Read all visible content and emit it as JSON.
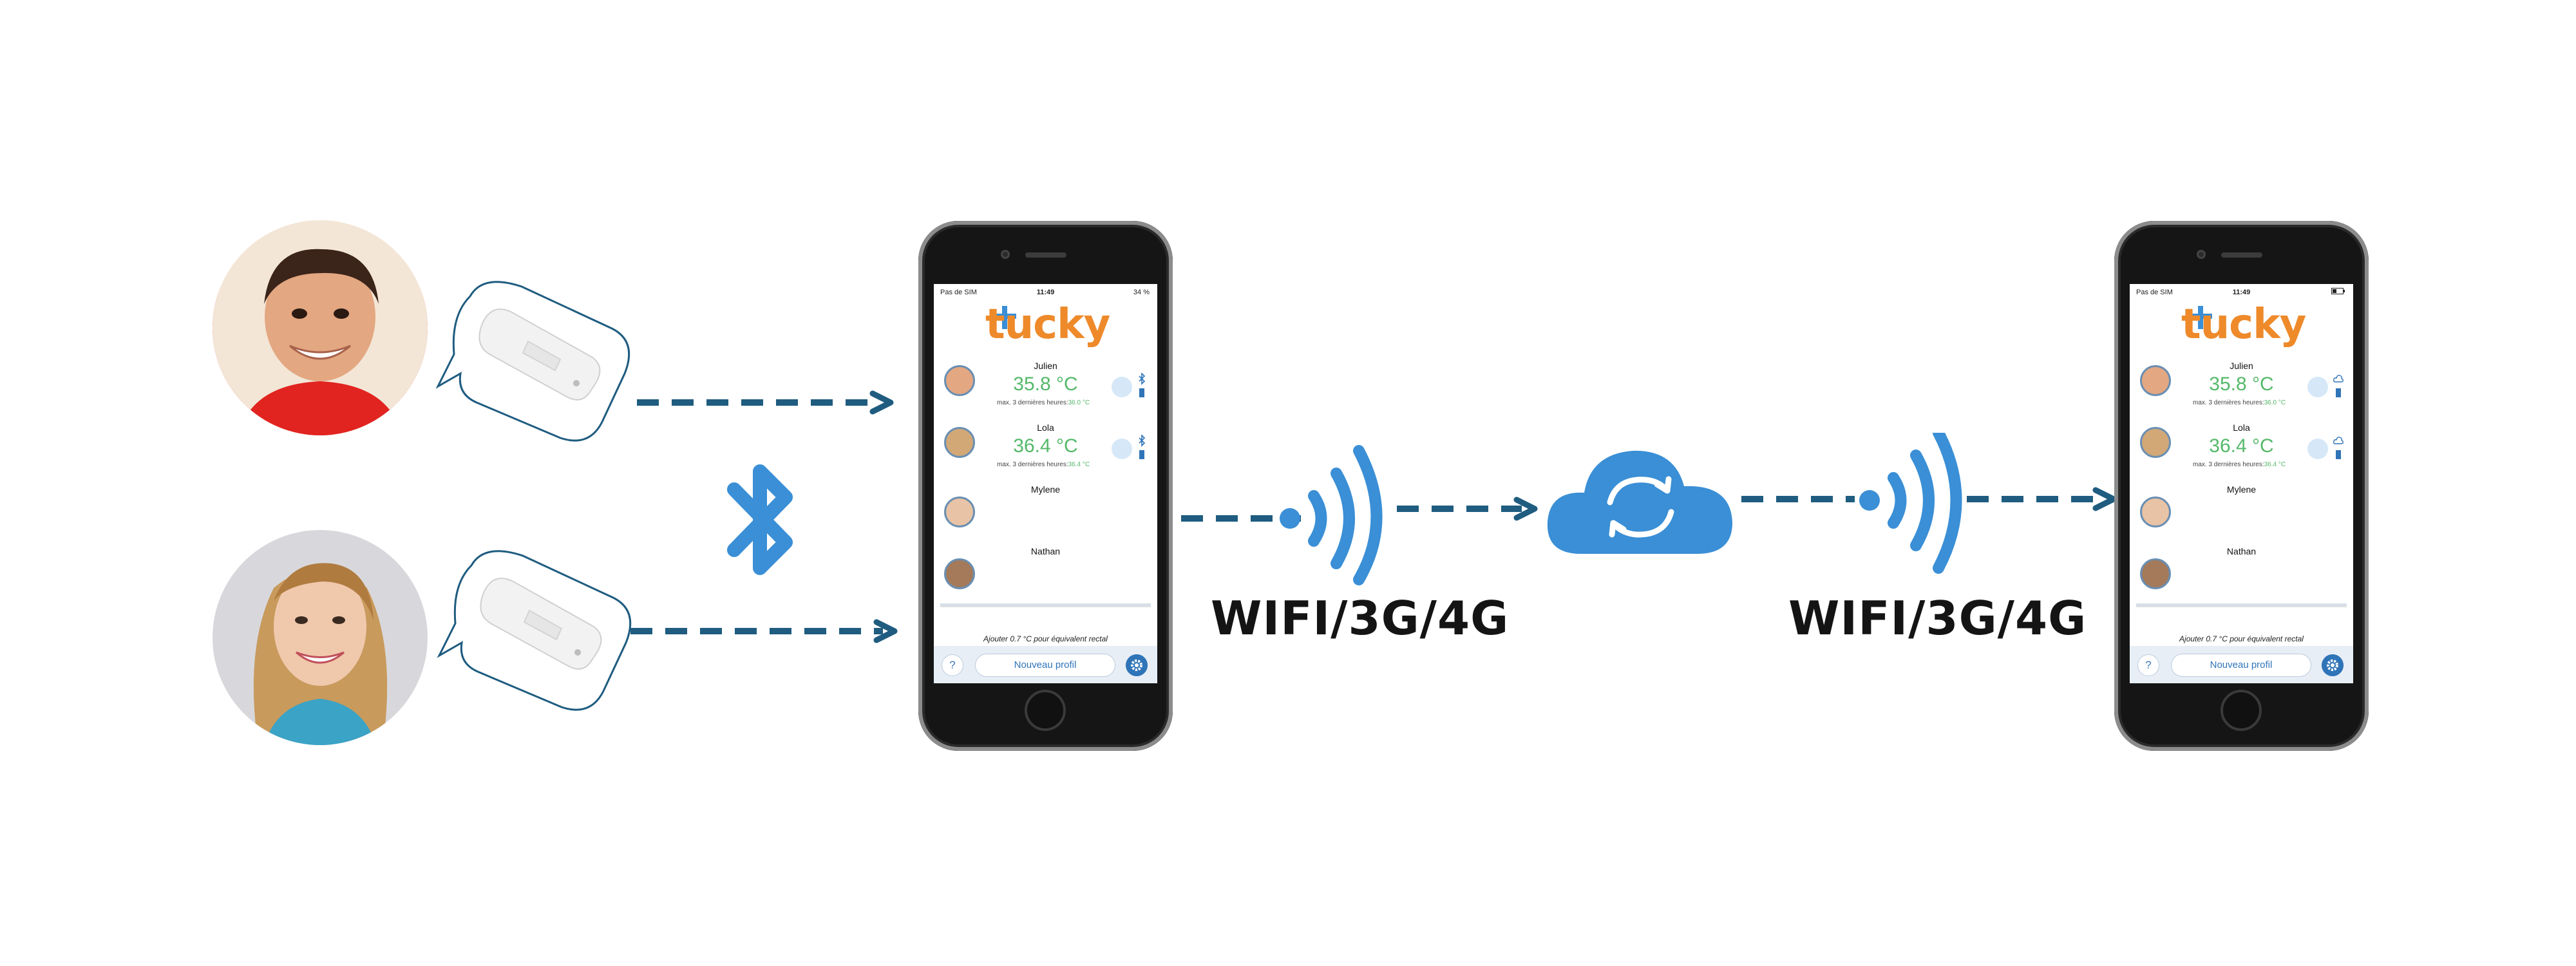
{
  "connection_label_left": "WIFI/3G/4G",
  "connection_label_right": "WIFI/3G/4G",
  "icons": {
    "bluetooth": "bluetooth-icon",
    "wifi": "wifi-signal-icon",
    "cloud": "cloud-sync-icon",
    "thermometer": "thermometer-patch-icon"
  },
  "colors": {
    "accent": "#3a8fd6",
    "arrow": "#1f5c80",
    "logo": "#ee8a2a",
    "temperature": "#55b86a"
  },
  "phone_left": {
    "status": {
      "carrier": "Pas de SIM",
      "time": "11:49",
      "battery": "34 %"
    },
    "logo": "tucky",
    "profiles": [
      {
        "name": "Julien",
        "temp": "35.8 °C",
        "max_label": "max. 3 dernières heures:",
        "max_value": "36.0 °C"
      },
      {
        "name": "Lola",
        "temp": "36.4 °C",
        "max_label": "max. 3 dernières heures:",
        "max_value": "36.4 °C"
      },
      {
        "name": "Mylene"
      },
      {
        "name": "Nathan"
      }
    ],
    "note": "Ajouter 0.7 °C pour équivalent rectal",
    "help": "?",
    "new_profile": "Nouveau profil"
  },
  "phone_right": {
    "status": {
      "carrier": "Pas de SIM",
      "time": "11:49"
    },
    "logo": "tucky",
    "profiles": [
      {
        "name": "Julien",
        "temp": "35.8 °C",
        "max_label": "max. 3 dernières heures:",
        "max_value": "36.0 °C"
      },
      {
        "name": "Lola",
        "temp": "36.4 °C",
        "max_label": "max. 3 dernières heures:",
        "max_value": "36.4 °C"
      },
      {
        "name": "Mylene"
      },
      {
        "name": "Nathan"
      }
    ],
    "note": "Ajouter 0.7 °C pour équivalent rectal",
    "help": "?",
    "new_profile": "Nouveau profil"
  }
}
